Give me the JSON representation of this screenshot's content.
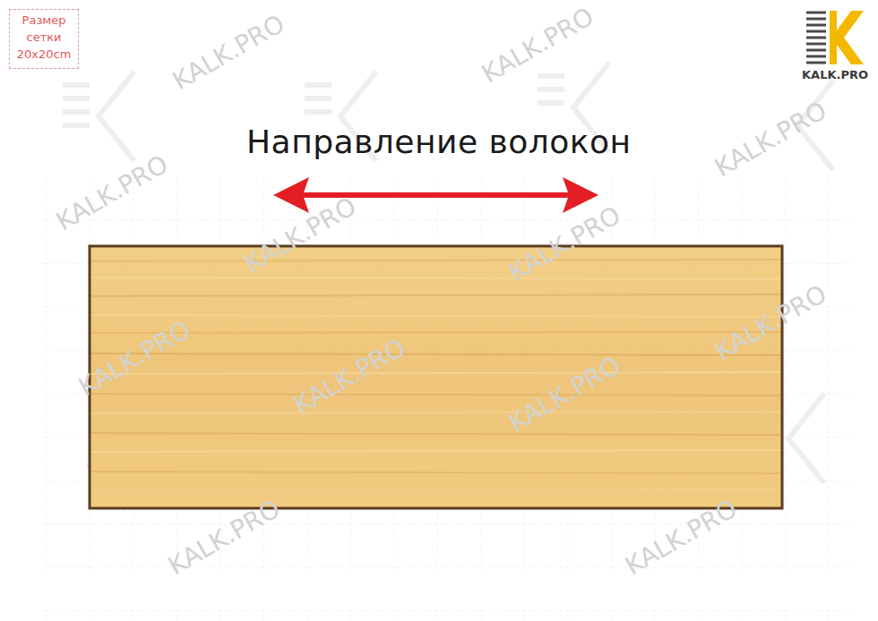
{
  "diagram": {
    "title": "Направление волокон",
    "nodes": [
      {
        "text": [
          "Размер сетки 20x20cm"
        ]
      }
    ],
    "labels": [
      "KALK.PRO",
      "KALK.PRO",
      "KALK.PRO",
      "KALK.PRO",
      "KALK.PRO",
      "KALK.PRO",
      "KALK.PRO",
      "KALK.PRO",
      "KALK.PRO",
      "KALK.PRO",
      "KALK.PRO",
      "KALK.PRO",
      "KALK.PRO"
    ]
  }
}
